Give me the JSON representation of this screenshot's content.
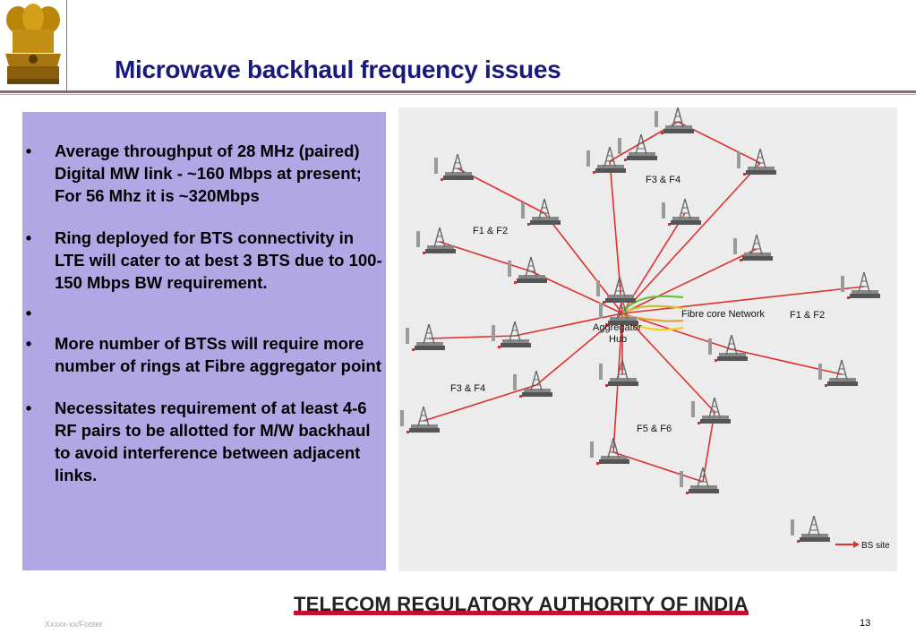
{
  "header": {
    "title": "Microwave backhaul frequency issues"
  },
  "bullets": [
    {
      "text": "Average throughput of 28 MHz (paired) Digital MW link -  ~160 Mbps at present; For 56 Mhz it is ~320Mbps"
    },
    {
      "text": "Ring deployed for BTS connectivity in LTE will cater to at best 3 BTS due to 100-150 Mbps BW requirement."
    },
    {
      "text": ""
    },
    {
      "text": "More number of BTSs will require more number of rings at Fibre aggregator point"
    },
    {
      "text": "Necessitates requirement of at least 4-6 RF pairs to be allotted for M/W backhaul to avoid interference between adjacent links."
    }
  ],
  "diagram": {
    "labels": {
      "f3f4_top": "F3 & F4",
      "f1f2_left": "F1 & F2",
      "fibre_core": "Fibre core Network",
      "f1f2_right": "F1 & F2",
      "hub_line1": "Aggregator",
      "hub_line2": "Hub",
      "f3f4_bottom": "F3 & F4",
      "f5f6": "F5 & F6",
      "legend": "BS site"
    },
    "colors": {
      "link": "#e03030",
      "background": "#ececec"
    }
  },
  "footer": {
    "brand": "TELECOM REGULATORY AUTHORITY OF INDIA",
    "left": "Xxxxx-xx/Footer",
    "page": "13"
  }
}
